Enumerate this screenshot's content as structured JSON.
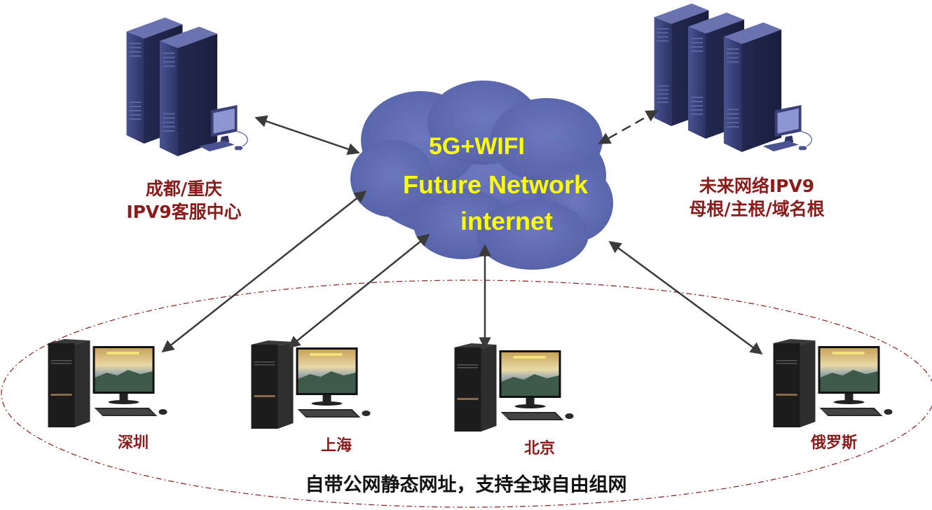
{
  "cloud": {
    "line1": "5G+WIFI",
    "line2": "Future Network",
    "line3": "internet"
  },
  "left_server": {
    "line1": "成都/重庆",
    "line2": "IPV9客服中心"
  },
  "right_server": {
    "line1": "未来网络IPV9",
    "line2": "母根/主根/域名根"
  },
  "clients": [
    {
      "label": "深圳"
    },
    {
      "label": "上海"
    },
    {
      "label": "北京"
    },
    {
      "label": "俄罗斯"
    }
  ],
  "footer": "自带公网静态网址，支持全球自由组网",
  "colors": {
    "cloud": "#5d6ab0",
    "label_red": "#8b1a1a",
    "cloud_text": "#ffff00",
    "ellipse": "#8b1a1a",
    "arrow": "#3a3a3a"
  }
}
